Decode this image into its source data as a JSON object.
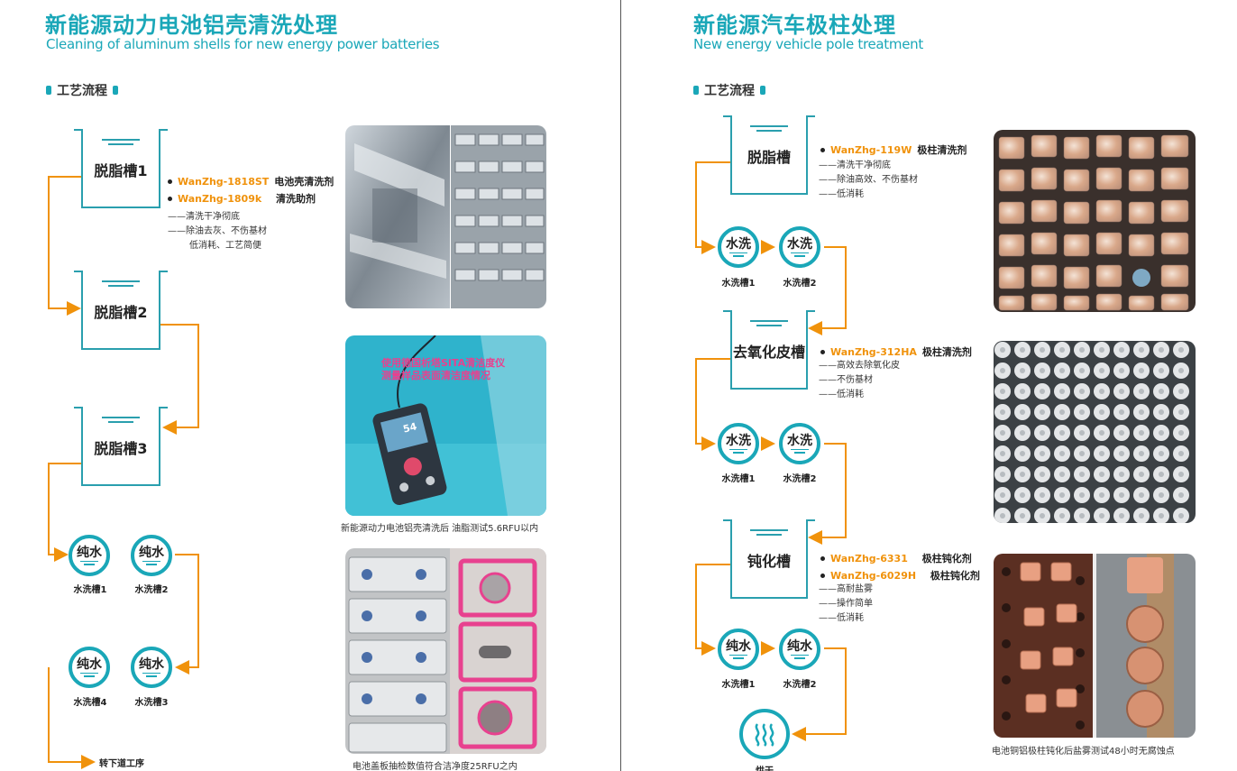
{
  "left": {
    "title_cn": "新能源动力电池铝壳清洗处理",
    "title_en": "Cleaning of aluminum shells for new energy power batteries",
    "section": "工艺流程",
    "tanks": [
      "脱脂槽1",
      "脱脂槽2",
      "脱脂槽3"
    ],
    "products": [
      {
        "name": "WanZhg-1818ST",
        "desc": "电池壳清洗剂"
      },
      {
        "name": "WanZhg-1809k",
        "desc": "清洗助剂"
      }
    ],
    "notes": [
      "——清洗干净彻底",
      "——除油去灰、不伤基材",
      "低消耗、工艺简便"
    ],
    "rinse_row1": [
      {
        "text": "纯水",
        "cap": "水洗槽1"
      },
      {
        "text": "纯水",
        "cap": "水洗槽2"
      }
    ],
    "rinse_row2": [
      {
        "text": "纯水",
        "cap": "水洗槽4"
      },
      {
        "text": "纯水",
        "cap": "水洗槽3"
      }
    ],
    "next_step": "转下道工序",
    "photo2_overlay": [
      "使用德国析塔SITA清洁度仪",
      "测量样品表面清洁度情况"
    ],
    "photo2_meter": "54",
    "photo2_caption": "新能源动力电池铝壳清洗后 油脂测试5.6RFU以内",
    "photo3_caption": "电池盖板抽检数值符合洁净度25RFU之内"
  },
  "right": {
    "title_cn": "新能源汽车极柱处理",
    "title_en": "New energy vehicle pole treatment",
    "section": "工艺流程",
    "stage1": {
      "tank": "脱脂槽",
      "products": [
        {
          "name": "WanZhg-119W",
          "desc": "极柱清洗剂"
        }
      ],
      "notes": [
        "——清洗干净彻底",
        "——除油高效、不伤基材",
        "——低消耗"
      ],
      "rinse": [
        {
          "text": "水洗",
          "cap": "水洗槽1"
        },
        {
          "text": "水洗",
          "cap": "水洗槽2"
        }
      ]
    },
    "stage2": {
      "tank": "去氧化皮槽",
      "products": [
        {
          "name": "WanZhg-312HA",
          "desc": "极柱清洗剂"
        }
      ],
      "notes": [
        "——高效去除氧化皮",
        "——不伤基材",
        "——低消耗"
      ],
      "rinse": [
        {
          "text": "水洗",
          "cap": "水洗槽1"
        },
        {
          "text": "水洗",
          "cap": "水洗槽2"
        }
      ]
    },
    "stage3": {
      "tank": "钝化槽",
      "products": [
        {
          "name": "WanZhg-6331",
          "desc": "极柱钝化剂"
        },
        {
          "name": "WanZhg-6029H",
          "desc": "极柱钝化剂"
        }
      ],
      "notes": [
        "——高耐盐雾",
        "——操作简单",
        "——低消耗"
      ],
      "rinse": [
        {
          "text": "纯水",
          "cap": "水洗槽1"
        },
        {
          "text": "纯水",
          "cap": "水洗槽2"
        }
      ]
    },
    "dry_label": "烘干",
    "photo3_caption": "电池铜铝极柱钝化后盐雾测试48小时无腐蚀点"
  },
  "colors": {
    "teal": "#1aa7b8",
    "orange": "#f0920b",
    "pink": "#e8418f"
  },
  "icons": [
    "bullet-dot-icon",
    "water-lines-icon",
    "steam-dry-icon",
    "arrow-icon"
  ]
}
